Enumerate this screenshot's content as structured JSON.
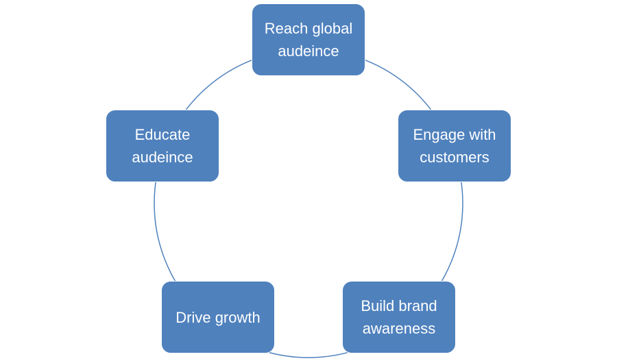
{
  "diagram": {
    "type": "cycle",
    "colors": {
      "node_fill": "#4f81bd",
      "node_text": "#ffffff",
      "connector": "#4f81bd"
    },
    "nodes": [
      {
        "label": "Reach global audeince"
      },
      {
        "label": "Engage with customers"
      },
      {
        "label": "Build brand awareness"
      },
      {
        "label": "Drive growth"
      },
      {
        "label": "Educate audeince"
      }
    ]
  }
}
